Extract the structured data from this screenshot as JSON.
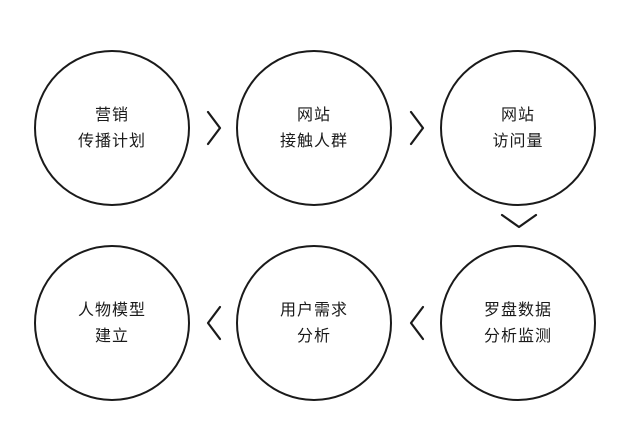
{
  "steps": [
    {
      "line1": "营销",
      "line2": "传播计划"
    },
    {
      "line1": "网站",
      "line2": "接触人群"
    },
    {
      "line1": "网站",
      "line2": "访问量"
    },
    {
      "line1": "罗盘数据",
      "line2": "分析监测"
    },
    {
      "line1": "用户需求",
      "line2": "分析"
    },
    {
      "line1": "人物模型",
      "line2": "建立"
    }
  ],
  "colors": {
    "stroke": "#1a1a1a",
    "background": "#ffffff"
  },
  "icons": {
    "right": "chevron-right-icon",
    "down": "chevron-down-icon",
    "left": "chevron-left-icon"
  }
}
